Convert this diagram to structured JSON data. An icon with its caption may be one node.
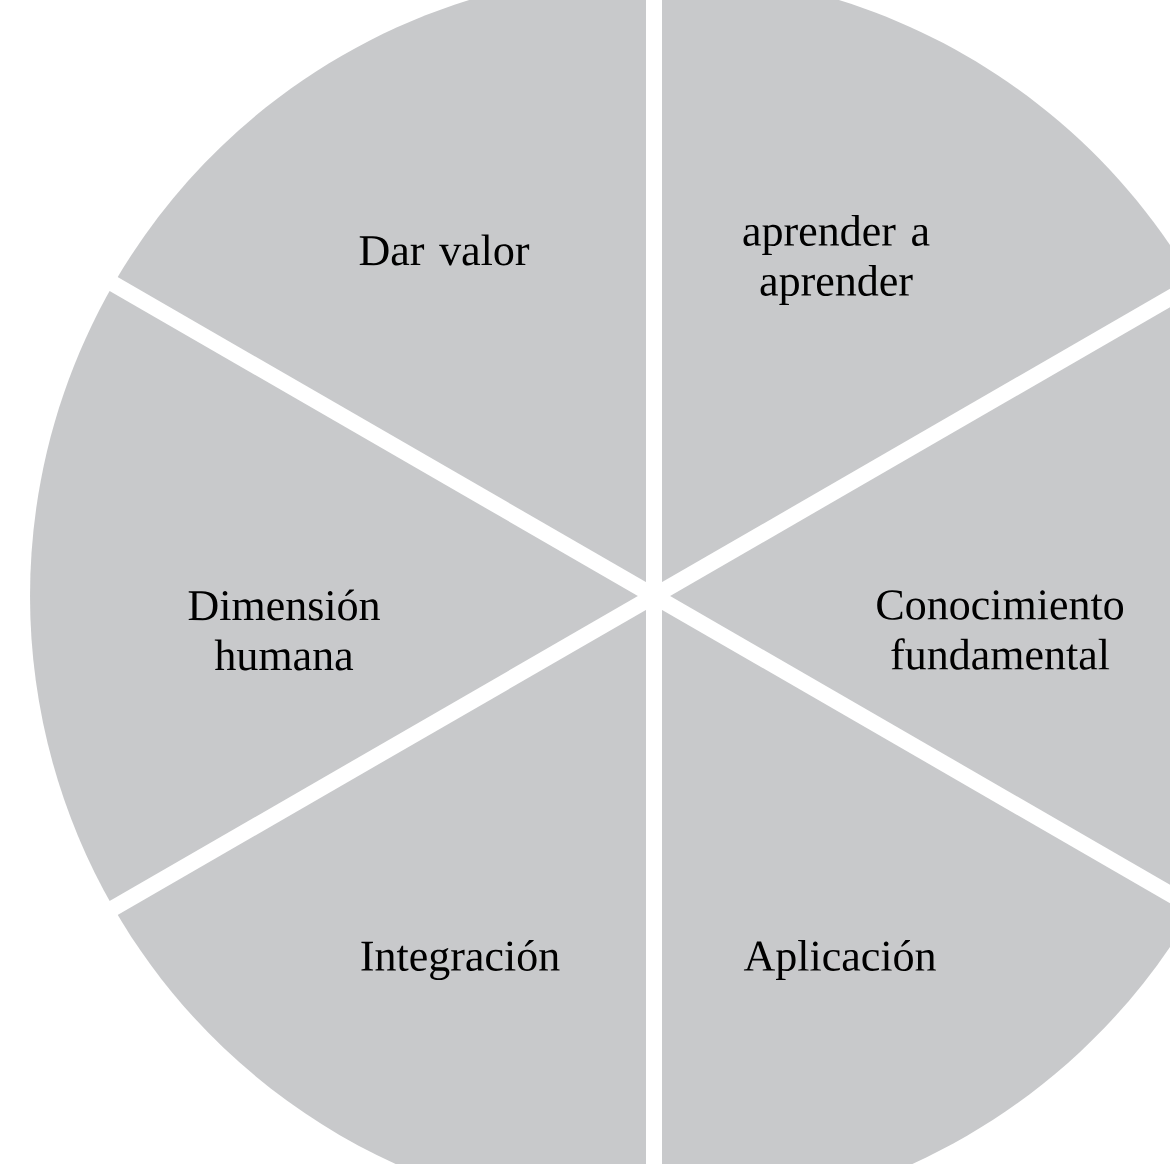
{
  "diagram": {
    "nodes": [
      {
        "text": [
          "Dar valor"
        ]
      },
      {
        "text": [
          "aprender a aprender"
        ]
      },
      {
        "text": [
          "Dimensión humana"
        ]
      },
      {
        "text": [
          "Conocimiento fundamental"
        ]
      },
      {
        "text": [
          "Integración"
        ]
      },
      {
        "text": [
          "Aplicación"
        ]
      }
    ]
  }
}
